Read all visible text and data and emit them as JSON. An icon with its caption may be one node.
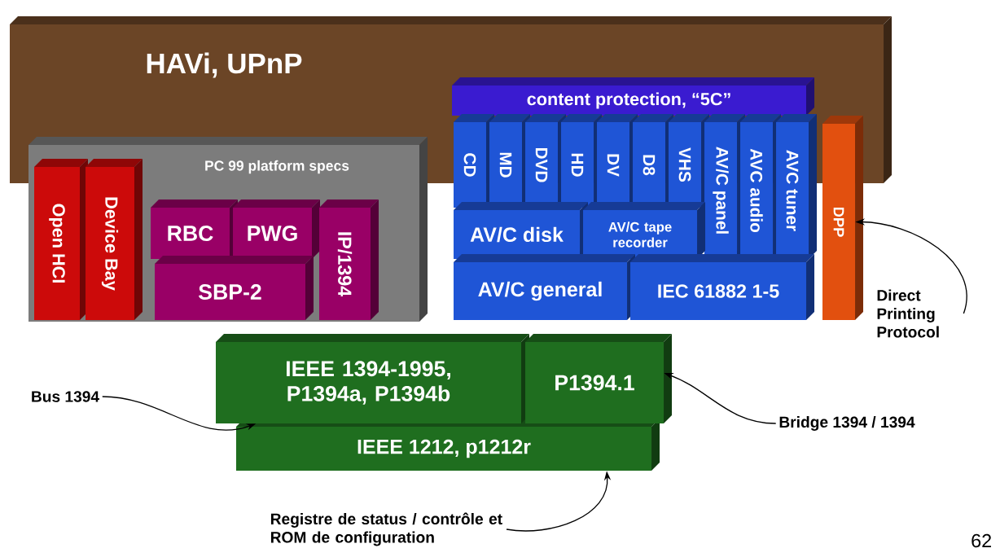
{
  "diagram": {
    "nodes": [
      {
        "text": [
          "HAVi, UPnP"
        ]
      },
      {
        "text": [
          "PC 99 platform specs"
        ]
      },
      {
        "text": [
          "Open HCI"
        ],
        "in": 1
      },
      {
        "text": [
          "Device Bay"
        ],
        "in": 1
      },
      {
        "text": [
          "RBC"
        ],
        "in": 1
      },
      {
        "text": [
          "PWG"
        ],
        "in": 1
      },
      {
        "text": [
          "SBP-2"
        ],
        "in": 1
      },
      {
        "text": [
          "IP/1394"
        ],
        "in": 1
      },
      {
        "text": [
          "content protection, “5C”"
        ],
        "in": 0
      },
      {
        "text": [
          "CD"
        ]
      },
      {
        "text": [
          "MD"
        ]
      },
      {
        "text": [
          "DVD"
        ]
      },
      {
        "text": [
          "HD"
        ]
      },
      {
        "text": [
          "DV"
        ]
      },
      {
        "text": [
          "D8"
        ]
      },
      {
        "text": [
          "VHS"
        ]
      },
      {
        "text": [
          "AV/C panel"
        ]
      },
      {
        "text": [
          "AVC audio"
        ]
      },
      {
        "text": [
          "AVC tuner"
        ]
      },
      {
        "text": [
          "AV/C disk"
        ]
      },
      {
        "text": [
          "AV/C tape recorder"
        ]
      },
      {
        "text": [
          "AV/C general"
        ]
      },
      {
        "text": [
          "IEC 61882 1-5"
        ]
      },
      {
        "text": [
          "DPP"
        ]
      },
      {
        "text": [
          "IEEE 1394-1995, P1394a, P1394b"
        ]
      },
      {
        "text": [
          "P1394.1"
        ]
      },
      {
        "text": [
          "IEEE 1212, p1212r"
        ]
      },
      {
        "text": [
          "Bus 1394"
        ]
      },
      {
        "text": [
          "Bridge 1394 / 1394"
        ]
      },
      {
        "text": [
          "Registre de status / contrôle et ROM de configuration"
        ]
      },
      {
        "text": [
          "Direct Printing Protocol"
        ]
      }
    ],
    "edges": [
      {
        "from": 27,
        "to": 24,
        "arrow": "to"
      },
      {
        "from": 28,
        "to": 25,
        "arrow": "to"
      },
      {
        "from": 29,
        "to": 26,
        "arrow": "to"
      },
      {
        "from": 30,
        "to": 23,
        "arrow": "to"
      }
    ],
    "labels": [
      "62"
    ]
  }
}
